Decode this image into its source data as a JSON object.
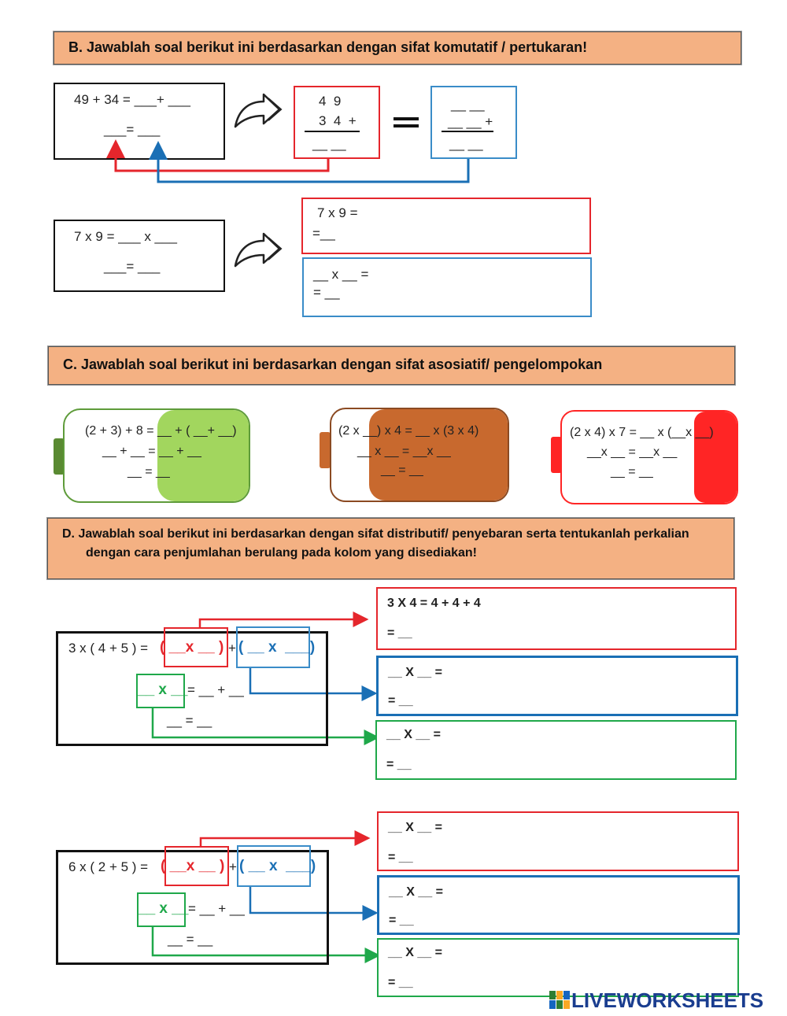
{
  "sectionB": {
    "title": "B.  Jawablah soal berikut ini berdasarkan dengan sifat komutatif / pertukaran!",
    "q1": {
      "line1": "49 + 34 = ___+ ___",
      "line2": "___= ___"
    },
    "q1_red": {
      "top": "4  9",
      "mid": "3  4  +",
      "bottom": "__ __"
    },
    "q1_blue": {
      "top": "__ __",
      "mid": "__ __ +",
      "bottom": "__ __"
    },
    "equals": "=",
    "q2": {
      "line1": "7 x 9 = ___ x ___",
      "line2": "___= ___"
    },
    "q2_red": {
      "line1": "7 x 9 =",
      "line2": "=__"
    },
    "q2_blue": {
      "line1": "__ x __ =",
      "line2": "= __"
    }
  },
  "sectionC": {
    "title": "C.  Jawablah soal berikut ini berdasarkan dengan sifat asosiatif/ pengelompokan",
    "battery1": {
      "line1": "(2 + 3) + 8 = __ + ( __+ __)",
      "line2": "__ + __ = __ + __",
      "line3": "__ = __"
    },
    "battery2": {
      "line1": "(2 x __) x 4 = __ x (3 x 4)",
      "line2": "__ x __ = __x __",
      "line3": "__ = __"
    },
    "battery3": {
      "line1": "(2 x 4) x 7 = __ x (__x __)",
      "line2": "__x __ = __x __",
      "line3": "__ = __"
    },
    "colors": {
      "green": "#a2d65e",
      "brown": "#c8692e",
      "red": "#ff2525"
    }
  },
  "sectionD": {
    "title_line1": "D.   Jawablah soal berikut ini berdasarkan dengan sifat distributif/ penyebaran serta tentukanlah perkalian",
    "title_line2": "dengan cara penjumlahan berulang pada kolom yang disediakan!",
    "q1": {
      "expr": "3 x ( 4 + 5 ) =",
      "red_group": "( __x __ )",
      "plus": "+",
      "blue_group": "( __ x  ___)",
      "green_group": "__ x __",
      "line2_rest": "= __ + __",
      "line3": "__ = __",
      "red_box": {
        "line1": "3 X 4 = 4 + 4 + 4",
        "line2": "= __"
      },
      "blue_box": {
        "line1": "__ X __ =",
        "line2": "= __"
      },
      "green_box": {
        "line1": "__ X __ =",
        "line2": "= __"
      }
    },
    "q2": {
      "expr": "6 x ( 2 + 5 ) =",
      "red_group": "( __x __ )",
      "plus": "+",
      "blue_group": "( __ x  ___)",
      "green_group": "__ x __",
      "line2_rest": "= __ + __",
      "line3": "__ = __",
      "red_box": {
        "line1": "__ X __ =",
        "line2": "= __"
      },
      "blue_box": {
        "line1": "__ X __ =",
        "line2": "= __"
      },
      "green_box": {
        "line1": "__ X __ =",
        "line2": "= __"
      }
    }
  },
  "brand": "LIVEWORKSHEETS"
}
